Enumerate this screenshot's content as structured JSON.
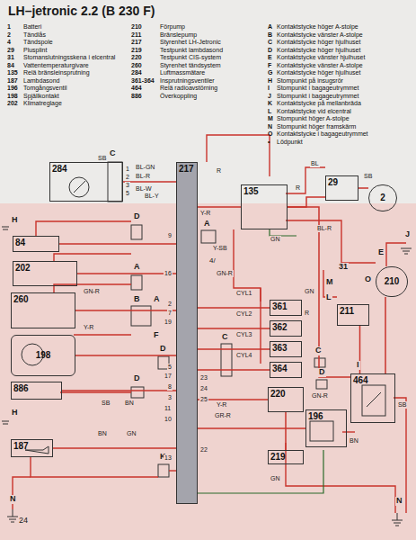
{
  "diagram": {
    "title": "LH–jetronic 2.2 (B 230 F)",
    "nodes": [
      {
        "text": [
          "284"
        ]
      },
      {
        "text": [
          "217"
        ]
      },
      {
        "text": [
          "135"
        ]
      },
      {
        "text": [
          "29"
        ]
      },
      {
        "text": [
          "2"
        ]
      },
      {
        "text": [
          "84"
        ]
      },
      {
        "text": [
          "202"
        ]
      },
      {
        "text": [
          "260"
        ]
      },
      {
        "text": [
          "198"
        ]
      },
      {
        "text": [
          "886"
        ]
      },
      {
        "text": [
          "187"
        ]
      },
      {
        "text": [
          "361"
        ]
      },
      {
        "text": [
          "362"
        ]
      },
      {
        "text": [
          "363"
        ]
      },
      {
        "text": [
          "364"
        ]
      },
      {
        "text": [
          "220"
        ]
      },
      {
        "text": [
          "219"
        ]
      },
      {
        "text": [
          "196"
        ]
      },
      {
        "text": [
          "464"
        ]
      },
      {
        "text": [
          "210"
        ]
      },
      {
        "text": [
          "211"
        ]
      }
    ],
    "edges": [
      {
        "from": 0,
        "to": 1,
        "arrow": "none"
      },
      {
        "from": 2,
        "to": 1,
        "arrow": "none"
      },
      {
        "from": 2,
        "to": 3,
        "arrow": "none"
      },
      {
        "from": 3,
        "to": 4,
        "arrow": "none"
      },
      {
        "from": 2,
        "to": 18,
        "arrow": "none"
      },
      {
        "from": 18,
        "to": 19,
        "arrow": "none"
      },
      {
        "from": 18,
        "to": 20,
        "arrow": "none"
      },
      {
        "from": 5,
        "to": 1,
        "arrow": "none"
      },
      {
        "from": 6,
        "to": 1,
        "arrow": "none"
      },
      {
        "from": 7,
        "to": 1,
        "arrow": "none"
      },
      {
        "from": 8,
        "to": 1,
        "arrow": "none"
      },
      {
        "from": 9,
        "to": 1,
        "arrow": "none"
      },
      {
        "from": 10,
        "to": 1,
        "arrow": "none"
      },
      {
        "from": 11,
        "to": 1,
        "arrow": "none"
      },
      {
        "from": 12,
        "to": 1,
        "arrow": "none"
      },
      {
        "from": 13,
        "to": 1,
        "arrow": "none"
      },
      {
        "from": 14,
        "to": 1,
        "arrow": "none"
      },
      {
        "from": 15,
        "to": 1,
        "arrow": "none"
      },
      {
        "from": 17,
        "to": 1,
        "arrow": "none"
      },
      {
        "from": 15,
        "to": 16,
        "arrow": "none"
      }
    ],
    "labels": [
      "1",
      "Batteri",
      "2",
      "Tändlås",
      "4",
      "Tändspole",
      "29",
      "Plusplint",
      "31",
      "Stomanslutningsskena i elcentral",
      "84",
      "Vattentemperaturgivare",
      "135",
      "Relä bränsleinsprutning",
      "187",
      "Lambdasond",
      "196",
      "Tomgångsventil",
      "198",
      "Spjällkontakt",
      "202",
      "Klimatreglage",
      "210",
      "Förpump",
      "211",
      "Bränslepump",
      "217",
      "Styrenhet LH-Jetronic",
      "219",
      "Testpunkt lambdasond",
      "220",
      "Testpunkt CIS-system",
      "260",
      "Styrenhet tändsystem",
      "284",
      "Luftmassmätare",
      "361-364",
      "Insprutningsventiler",
      "464",
      "Relä radioavstörning",
      "886",
      "Överkoppling",
      "A",
      "Kontaktstycke höger A-stolpe",
      "B",
      "Kontaktstycke vänster A-stolpe",
      "C",
      "Kontaktstycke höger hjulhuset",
      "D",
      "Kontaktstycke höger hjulhuset",
      "E",
      "Kontaktstycke vänster hjulhuset",
      "F",
      "Kontaktstycke vänster A-stolpe",
      "G",
      "Kontaktstycke höger hjulhuset",
      "H",
      "Stompunkt på insugsrör",
      "I",
      "Stompunkt i bagageutrymmet",
      "J",
      "Stompunkt i bagageutrymmet",
      "K",
      "Kontaktstycke på mellanbräda",
      "L",
      "Kontaktstycke vid elcentral",
      "M",
      "Stompunkt höger A-stolpe",
      "N",
      "Stompunkt höger framskärm",
      "O",
      "Kontaktstycke i bagageutrymmet",
      "•",
      "Lödpunkt",
      "SB",
      "C",
      "1",
      "2",
      "3",
      "5",
      "BL-GN",
      "BL-R",
      "BL-W",
      "BL-Y",
      "R",
      "BL",
      "R",
      "SB",
      "Y-SB",
      "A",
      "4/",
      "GN",
      "Y-R",
      "GN-R",
      "BL-R",
      "H",
      "D",
      "9",
      "A",
      "16",
      "B",
      "A",
      "2",
      "7",
      "19",
      "F",
      "GN-R",
      "Y-R",
      "D",
      "5",
      "D",
      "17",
      "8",
      "SB",
      "BN",
      "H",
      "3",
      "11",
      "10",
      "BN",
      "GN",
      "K",
      "22",
      "13",
      "N",
      "23",
      "24",
      "25",
      "Y-R",
      "GR-R",
      "CYL1",
      "CYL2",
      "CYL3",
      "CYL4",
      "C",
      "GN",
      "R",
      "C",
      "D",
      "GN-R",
      "I",
      "SB",
      "N",
      "J",
      "E",
      "O",
      "31",
      "M",
      "L",
      "GN",
      "BN",
      "24"
    ]
  }
}
